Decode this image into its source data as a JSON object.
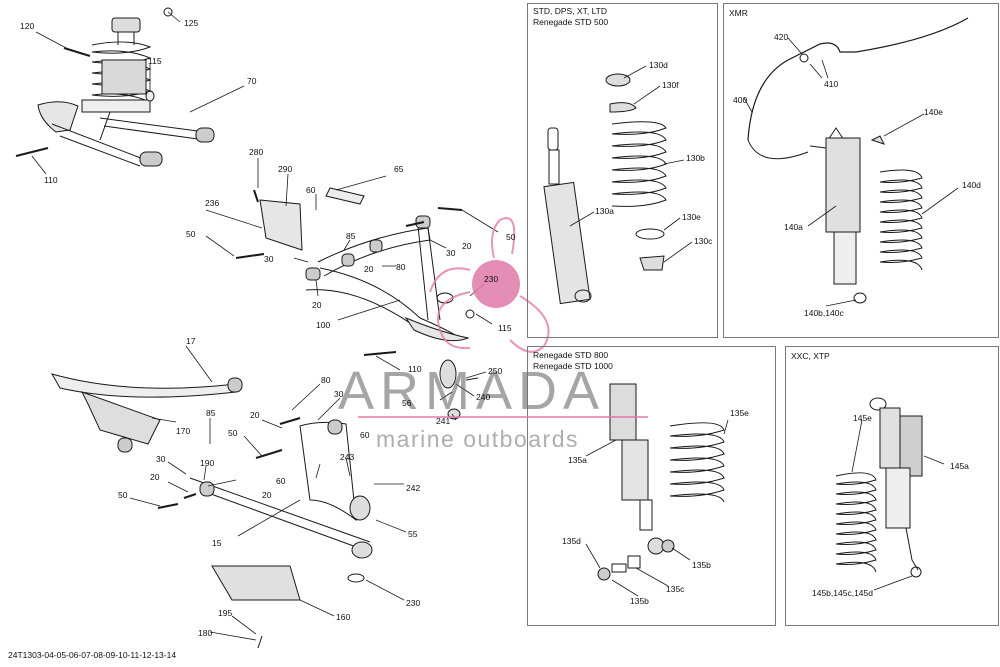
{
  "document_id": "24T1303-04-05-06-07-08-09-10-11-12-13-14",
  "watermark": {
    "brand": "ARMADA",
    "tagline": "marine outboards",
    "accent_color": "#e07aa8"
  },
  "panels": [
    {
      "id": "std",
      "title_lines": [
        "STD, DPS, XT, LTD",
        "Renegade STD 500"
      ]
    },
    {
      "id": "xmr",
      "title_lines": [
        "XMR"
      ]
    },
    {
      "id": "renegade",
      "title_lines": [
        "Renegade STD 800",
        "Renegade STD 1000"
      ]
    },
    {
      "id": "xxc",
      "title_lines": [
        "XXC, XTP"
      ]
    }
  ],
  "callouts": [
    "120",
    "125",
    "115",
    "70",
    "110",
    "280",
    "290",
    "65",
    "60",
    "236",
    "50",
    "85",
    "30",
    "20",
    "80",
    "100",
    "230",
    "115",
    "17",
    "170",
    "80",
    "30",
    "85",
    "20",
    "60",
    "50",
    "30",
    "20",
    "190",
    "60",
    "20",
    "243",
    "242",
    "50",
    "15",
    "55",
    "230",
    "195",
    "180",
    "160",
    "110",
    "250",
    "56",
    "240",
    "241",
    "130d",
    "130f",
    "130b",
    "130a",
    "130e",
    "130c",
    "420",
    "410",
    "400",
    "140e",
    "140d",
    "140a",
    "140b,140c",
    "135e",
    "135a",
    "135d",
    "135b",
    "135c",
    "135b",
    "145e",
    "145a",
    "145b,145c,145d",
    "20",
    "50",
    "30",
    "20"
  ]
}
